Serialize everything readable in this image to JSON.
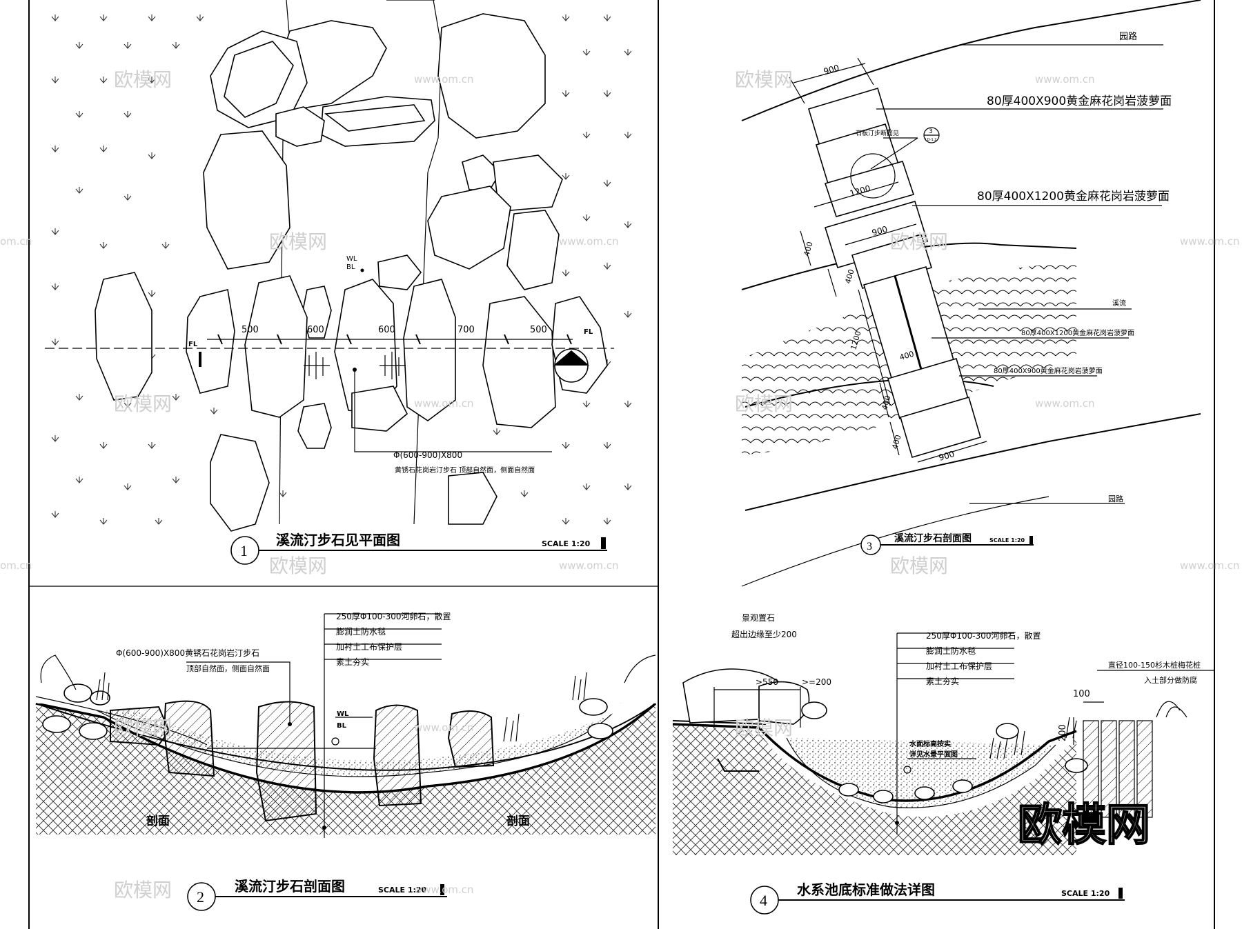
{
  "drawing1": {
    "number": "1",
    "title": "溪流汀步石见平面图",
    "scale": "SCALE  1:20",
    "dims": [
      "500",
      "600",
      "600",
      "700",
      "500"
    ],
    "level_wl": "WL",
    "level_bl": "BL",
    "level_fl": "FL",
    "section_marker": "2",
    "note_line1": "Φ(600-900)X800",
    "note_line2": "黄锈石花岗岩汀步石  顶部自然面，侧面自然面"
  },
  "drawing2": {
    "number": "2",
    "title": "溪流汀步石剖面图",
    "scale": "SCALE  1:20",
    "left_note_1": "Φ(600-900)X800黄锈石花岗岩汀步石",
    "left_note_2": "顶部自然面，侧面自然面",
    "layers": [
      "250厚Φ100-300河卵石，散置",
      "膨润土防水毯",
      "加衬土工布保护层",
      "素土夯实"
    ],
    "level_wl": "WL",
    "level_bl": "BL",
    "label_left": "剖面",
    "label_right": "剖面"
  },
  "drawing3": {
    "number": "3",
    "title": "溪流汀步石剖面图",
    "scale": "SCALE  1:20",
    "road_top": "园路",
    "road_bottom": "园路",
    "stream": "溪流",
    "callout_1": "80厚400X900黄金麻花岗岩菠萝面",
    "callout_ref": "石板汀步断面见",
    "ref_number": "3",
    "ref_sheet": "LD-1.2",
    "callout_2": "80厚400X1200黄金麻花岗岩菠萝面",
    "callout_3": "80厚400X1200黄金麻花岗岩菠萝面",
    "callout_4": "80厚400X900黄金麻花岗岩菠萝面",
    "dim_900_top": "900",
    "dim_1200": "1200",
    "dim_900_mid": "900",
    "dim_400_a": "400",
    "dim_400_b": "400",
    "dim_1200_side": "1200",
    "dim_400_inner": "400",
    "dim_400_c": "400",
    "dim_400_d": "400",
    "dim_900_bottom": "900"
  },
  "drawing4": {
    "number": "4",
    "title": "水系池底标准做法详图",
    "scale": "SCALE  1:20",
    "rock_note_1": "景观置石",
    "rock_note_2": "超出边缘至少200",
    "dim_550": ">550",
    "dim_200": ">=200",
    "layers": [
      "250厚Φ100-300河卵石，散置",
      "膨润土防水毯",
      "加衬土工布保护层",
      "素土夯实"
    ],
    "water_note_1": "水面标高按实",
    "water_note_2": "详见水景平面图",
    "right_note_1": "直径100-150杉木桩梅花桩",
    "right_note_2": "入土部分做防腐",
    "dim_100": "100",
    "dim_200_v": "200"
  },
  "watermarks": {
    "brand": "欧模网",
    "site": "www.om.cn",
    "site_short": "om.cn"
  }
}
